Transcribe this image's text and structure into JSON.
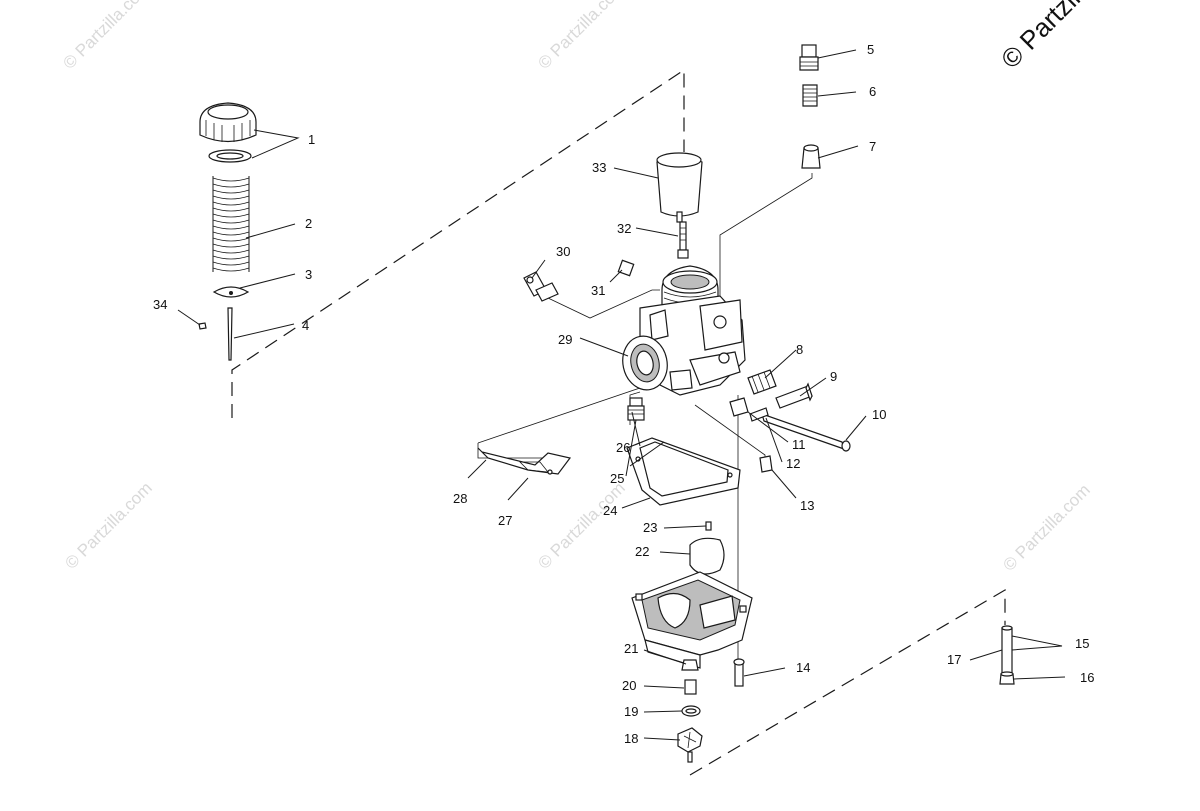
{
  "watermark": {
    "text": "© Partzilla.com",
    "copyright_corner": "© Partzilla"
  },
  "callouts": [
    {
      "id": "c1",
      "text": "1"
    },
    {
      "id": "c2",
      "text": "2"
    },
    {
      "id": "c3",
      "text": "3"
    },
    {
      "id": "c4",
      "text": "4"
    },
    {
      "id": "c5",
      "text": "5"
    },
    {
      "id": "c6",
      "text": "6"
    },
    {
      "id": "c7",
      "text": "7"
    },
    {
      "id": "c8",
      "text": "8"
    },
    {
      "id": "c9",
      "text": "9"
    },
    {
      "id": "c10",
      "text": "10"
    },
    {
      "id": "c11",
      "text": "11"
    },
    {
      "id": "c12",
      "text": "12"
    },
    {
      "id": "c13",
      "text": "13"
    },
    {
      "id": "c14",
      "text": "14"
    },
    {
      "id": "c15",
      "text": "15"
    },
    {
      "id": "c16",
      "text": "16"
    },
    {
      "id": "c17",
      "text": "17"
    },
    {
      "id": "c18",
      "text": "18"
    },
    {
      "id": "c19",
      "text": "19"
    },
    {
      "id": "c20",
      "text": "20"
    },
    {
      "id": "c21",
      "text": "21"
    },
    {
      "id": "c22",
      "text": "22"
    },
    {
      "id": "c23",
      "text": "23"
    },
    {
      "id": "c24",
      "text": "24"
    },
    {
      "id": "c25",
      "text": "25"
    },
    {
      "id": "c26",
      "text": "26"
    },
    {
      "id": "c27",
      "text": "27"
    },
    {
      "id": "c28",
      "text": "28"
    },
    {
      "id": "c29",
      "text": "29"
    },
    {
      "id": "c30",
      "text": "30"
    },
    {
      "id": "c31",
      "text": "31"
    },
    {
      "id": "c32",
      "text": "32"
    },
    {
      "id": "c33",
      "text": "33"
    },
    {
      "id": "c34",
      "text": "34"
    }
  ]
}
